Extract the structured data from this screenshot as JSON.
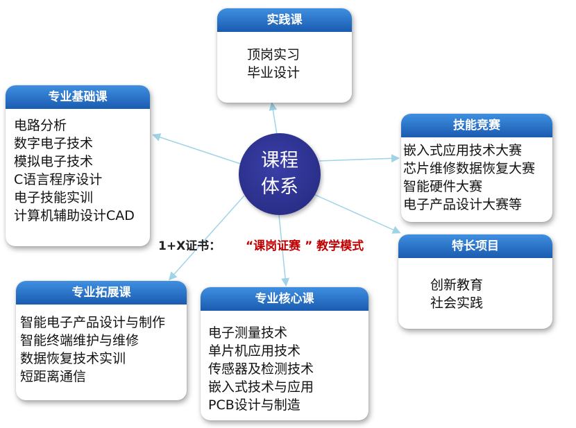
{
  "center": {
    "line1": "课程",
    "line2": "体系"
  },
  "cert_label": "1+X证书：",
  "mode_label": "“课岗证赛 ” 教学模式",
  "cards": {
    "practice": {
      "title": "实践课",
      "items": [
        "顶岗实习",
        "毕业设计"
      ]
    },
    "foundation": {
      "title": "专业基础课",
      "items": [
        "电路分析",
        "数字电子技术",
        "模拟电子技术",
        "C语言程序设计",
        "电子技能实训",
        "计算机辅助设计CAD"
      ]
    },
    "competition": {
      "title": "技能竞赛",
      "items": [
        "嵌入式应用技术大赛",
        "芯片维修数据恢复大赛",
        "智能硬件大赛",
        "电子产品设计大赛等"
      ]
    },
    "specialty": {
      "title": "特长项目",
      "items": [
        "创新教育",
        "社会实践"
      ]
    },
    "extension": {
      "title": "专业拓展课",
      "items": [
        "智能电子产品设计与制作",
        "智能终端维护与维修",
        "数据恢复技术实训",
        "短距离通信"
      ]
    },
    "core": {
      "title": "专业核心课",
      "items": [
        "电子测量技术",
        "单片机应用技术",
        "传感器及检测技术",
        "嵌入式技术与应用",
        "PCB设计与制造"
      ]
    }
  },
  "colors": {
    "header": "#2a6fc9",
    "center": "#2b2f8e",
    "arrow": "#9fd3e6",
    "mode_text": "#c00000"
  }
}
